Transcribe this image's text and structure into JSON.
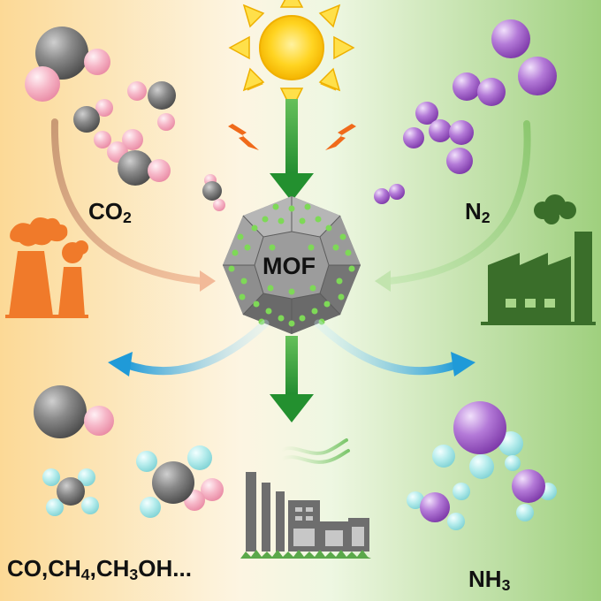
{
  "center": {
    "label": "MOF"
  },
  "inputs": {
    "left": {
      "label": "CO",
      "sub": "2"
    },
    "right": {
      "label": "N",
      "sub": "2"
    }
  },
  "outputs": {
    "left": {
      "p1": "CO,CH",
      "s1": "4",
      "p2": ",CH",
      "s2": "3",
      "p3": "OH..."
    },
    "right": {
      "label": "NH",
      "sub": "3"
    }
  },
  "icons": [
    "sun-icon",
    "lightning-icon",
    "factory-icon",
    "chimney-icon",
    "molecule-icon",
    "crystal-icon"
  ],
  "colors": {
    "bg_left": "#fcdfa8",
    "bg_right": "#a9d68a",
    "arrow_green": "#2e9e3c",
    "arrow_blue": "#2aa6e0",
    "arrow_tan": "#e0aa82",
    "arrow_light_green": "#a5d38a",
    "chimney_orange": "#f07a2a",
    "factory_dark_green": "#3a6e2a",
    "factory_gray": "#6e6e6e",
    "carbon_gray": "#707070",
    "oxygen_pink": "#f3a8bc",
    "nitrogen_purple": "#9a55c2",
    "hydrogen_cyan": "#8edcde",
    "sun_yellow": "#ffd21f",
    "lightning_orange": "#f06a1a"
  }
}
